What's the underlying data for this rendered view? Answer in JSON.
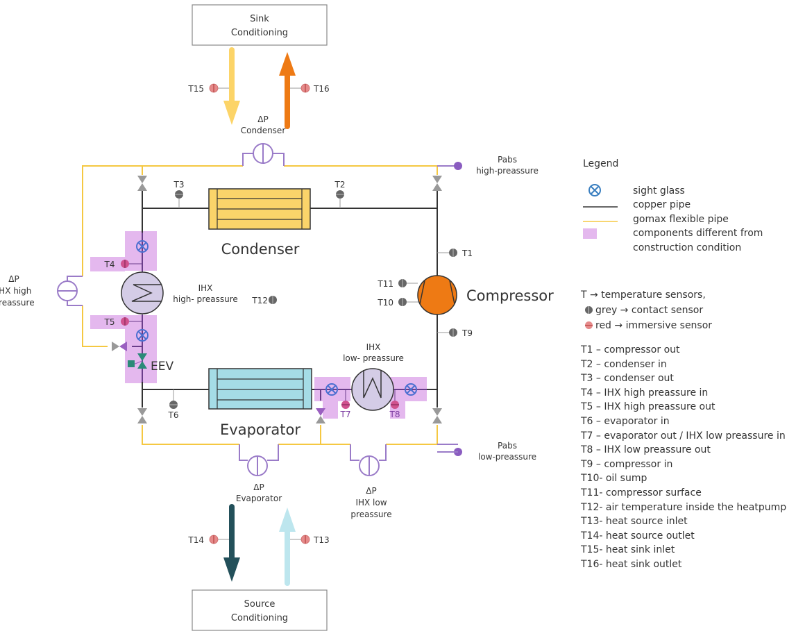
{
  "boxes": {
    "sink": [
      "Sink",
      "Conditioning"
    ],
    "source": [
      "Source",
      "Conditioning"
    ]
  },
  "components": {
    "condenser": "Condenser",
    "evaporator": "Evaporator",
    "compressor": "Compressor",
    "eev": "EEV",
    "ihx_high": [
      "IHX",
      "high- preassure"
    ],
    "ihx_low": [
      "IHX",
      "low- preassure"
    ]
  },
  "pressure_labels": {
    "dp_condenser": [
      "ΔP",
      "Condenser"
    ],
    "dp_evaporator": [
      "ΔP",
      "Evaporator"
    ],
    "dp_ihx_low": [
      "ΔP",
      "IHX low",
      "preassure"
    ],
    "dp_ihx_high": [
      "ΔP",
      "IHX high",
      "preassure"
    ],
    "pabs_high": [
      "Pabs",
      "high-preassure"
    ],
    "pabs_low": [
      "Pabs",
      "low-preassure"
    ]
  },
  "sensors": {
    "T1": "T1",
    "T2": "T2",
    "T3": "T3",
    "T4": "T4",
    "T5": "T5",
    "T6": "T6",
    "T7": "T7",
    "T8": "T8",
    "T9": "T9",
    "T10": "T10",
    "T11": "T11",
    "T12": "T12",
    "T13": "T13",
    "T14": "T14",
    "T15": "T15",
    "T16": "T16"
  },
  "legend": {
    "title": "Legend",
    "items": [
      {
        "symbol": "sight-glass",
        "label": "sight glass"
      },
      {
        "symbol": "copper-pipe",
        "label": "copper pipe"
      },
      {
        "symbol": "gomax-pipe",
        "label": "gomax flexible pipe"
      },
      {
        "symbol": "changed-component",
        "label": "components different from"
      },
      {
        "symbol": "",
        "label": "construction condition"
      }
    ],
    "sensor_types": {
      "header": "T → temperature sensors,",
      "grey": "grey → contact sensor",
      "red": "red → immersive sensor"
    },
    "sensor_list": [
      "T1 – compressor out",
      "T2 – condenser in",
      "T3 – condenser out",
      "T4 – IHX high preassure in",
      "T5 – IHX high preassure out",
      "T6 – evaporator in",
      "T7 – evaporator out / IHX low preassure in",
      "T8 – IHX low preassure out",
      "T9 – compressor in",
      "T10- oil sump",
      "T11- compressor surface",
      "T12- air temperature inside the heatpump",
      "T13- heat source inlet",
      "T14- heat source outlet",
      "T15- heat sink inlet",
      "T16- heat sink outlet"
    ]
  },
  "colors": {
    "copper": "#333333",
    "gomax": "#f5c842",
    "changed_bg": "#e4b8ee",
    "sight_glass": "#4a6fd0",
    "purple_line": "#9a7bc8",
    "condenser": "#fad46a",
    "evaporator": "#a5dce6",
    "compressor": "#ee7a14",
    "ihx": "#d4cce6",
    "sink_in": "#fcd468",
    "sink_out": "#ee7a14",
    "source_out": "#23505a",
    "source_in": "#bde6ee",
    "eev": "#2a8a78",
    "sensor_grey": "#666666",
    "sensor_red": "#e58a8a",
    "sensor_magenta": "#d0528e",
    "valve_grey": "#999999"
  }
}
